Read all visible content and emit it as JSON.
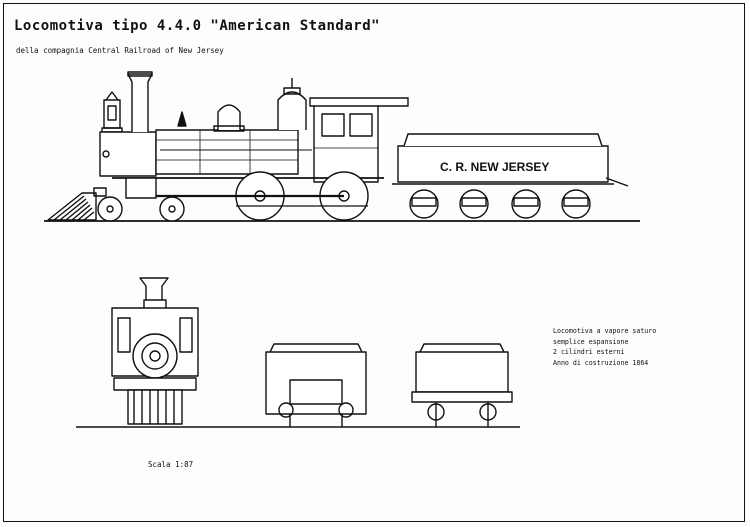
{
  "sheet": {
    "title": "Locomotiva tipo 4.4.0 \"American Standard\"",
    "subtitle": "della compagnia Central Railroad of New Jersey",
    "tender_lettering": "C. R. NEW JERSEY",
    "notes": [
      "Locomotiva a vapore saturo",
      "semplice espansione",
      "2 cilindri esterni",
      "Anno di costruzione    1864"
    ],
    "scale": "Scala 1:87"
  },
  "colors": {
    "ink": "#111111",
    "paper": "#fdfdfb"
  },
  "views": [
    "side-elevation",
    "front-elevation",
    "tender-front-elevation",
    "tender-rear-elevation"
  ]
}
